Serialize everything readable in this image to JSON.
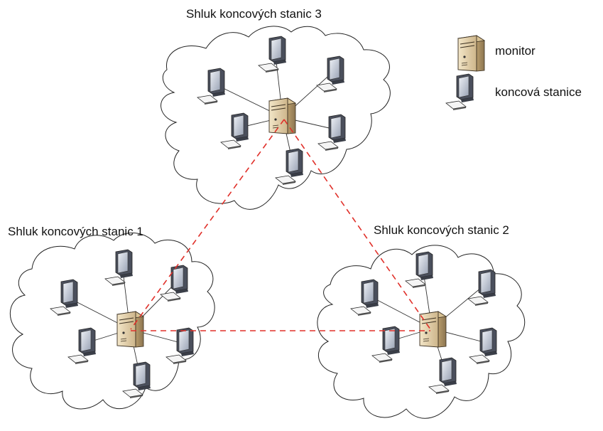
{
  "clusters": [
    {
      "title": "Shluk koncových stanic 1"
    },
    {
      "title": "Shluk koncových stanic 2"
    },
    {
      "title": "Shluk koncových stanic 3"
    }
  ],
  "legend": [
    {
      "label": "monitor",
      "icon": "server-icon"
    },
    {
      "label": "koncová stanice",
      "icon": "workstation-icon"
    }
  ],
  "colors": {
    "link": "#e0302a",
    "outline": "#222222",
    "server_body": "#e2cfa6",
    "screen": "#7f8aa0"
  }
}
